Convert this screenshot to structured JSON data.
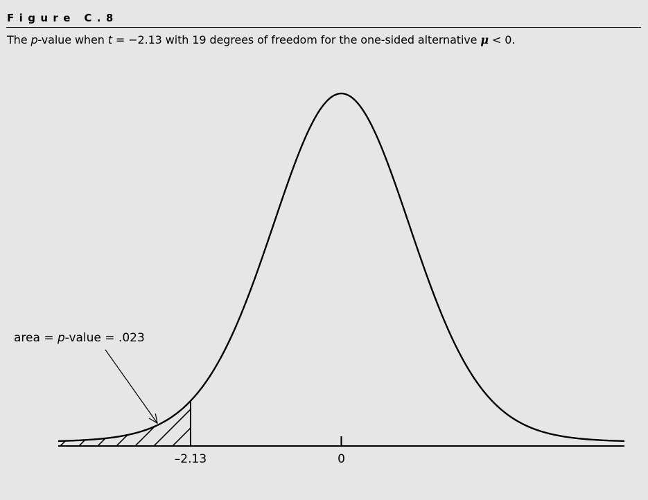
{
  "figure": {
    "label": "Figure C.8",
    "caption": {
      "p1": "The ",
      "p2": "p",
      "p3": "-value when ",
      "p4": "t",
      "p5": " = −2.13 with 19 degrees of freedom for the one-sided alternative ",
      "p6": "μ",
      "p7": " < 0."
    }
  },
  "chart_data": {
    "type": "area",
    "distribution": "t",
    "degrees_of_freedom": 19,
    "xlim": [
      -4.0,
      4.0
    ],
    "critical_value": -2.13,
    "shaded_region": "left-tail",
    "tick_labels": [
      {
        "x": -2.13,
        "label": "–2.13"
      },
      {
        "x": 0,
        "label": "0"
      }
    ],
    "annotation": {
      "pre": "area = ",
      "italic": "p",
      "post": "-value = .023",
      "points_to_x": -2.6
    },
    "grid": false,
    "colors": {
      "curve": "#000000",
      "background": "#e6e6e6"
    }
  }
}
